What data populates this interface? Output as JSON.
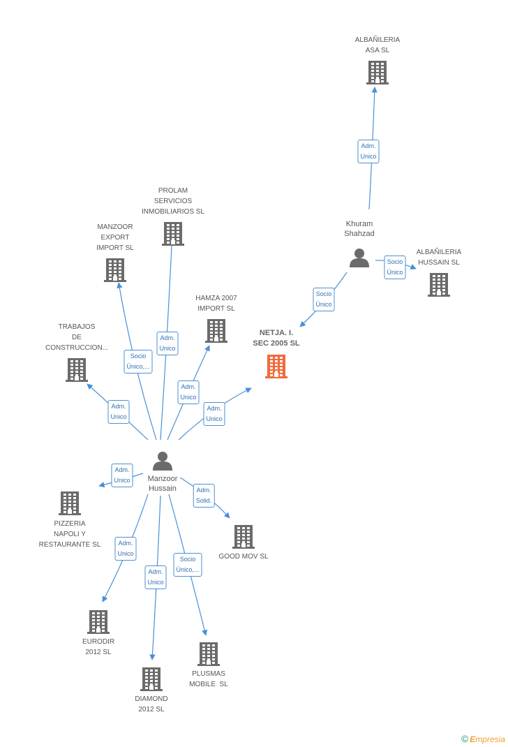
{
  "colors": {
    "edge": "#4a8fd6",
    "building": "#6b6b6b",
    "highlight": "#f26a3a",
    "person": "#6b6b6b"
  },
  "nodes": {
    "albanileria_asa": "ALBAÑILERIA\nASA SL",
    "khuram": "Khuram\nShahzad",
    "albanileria_hussain": "ALBAÑILERIA\nHUSSAIN SL",
    "prolam": "PROLAM\nSERVICIOS\nINMOBILIARIOS SL",
    "manzoor_export": "MANZOOR\nEXPORT\nIMPORT SL",
    "hamza": "HAMZA 2007\nIMPORT SL",
    "netja": "NETJA. I.\nSEC 2005 SL",
    "trabajos": "TRABAJOS\nDE\nCONSTRUCCION...",
    "manzoor_hussain": "Manzoor\nHussain",
    "pizzeria": "PIZZERIA\nNAPOLI Y\nRESTAURANTE SL",
    "good_mov": "GOOD MOV SL",
    "eurodir": "EURODIR\n2012 SL",
    "diamond": "DIAMOND\n2012 SL",
    "plusmas": "PLUSMAS\nMOBILE  SL"
  },
  "edges": {
    "khuram_asa": "Adm.\nUnico",
    "khuram_hussain": "Socio\nÚnico",
    "khuram_netja": "Socio\nÚnico",
    "mh_manzoor_export": "Socio\nÚnico,...",
    "mh_prolam": "Adm.\nUnico",
    "mh_hamza": "Adm.\nUnico",
    "mh_netja": "Adm.\nUnico",
    "mh_trabajos": "Adm.\nUnico",
    "mh_pizzeria": "Adm.\nUnico",
    "mh_good_mov": "Adm.\nSolid.",
    "mh_eurodir": "Adm.\nUnico",
    "mh_diamond": "Adm.\nUnico",
    "mh_plusmas": "Socio\nÚnico,..."
  },
  "watermark": {
    "symbol": "©",
    "brand_initial": "E",
    "brand_rest": "mpresia"
  }
}
